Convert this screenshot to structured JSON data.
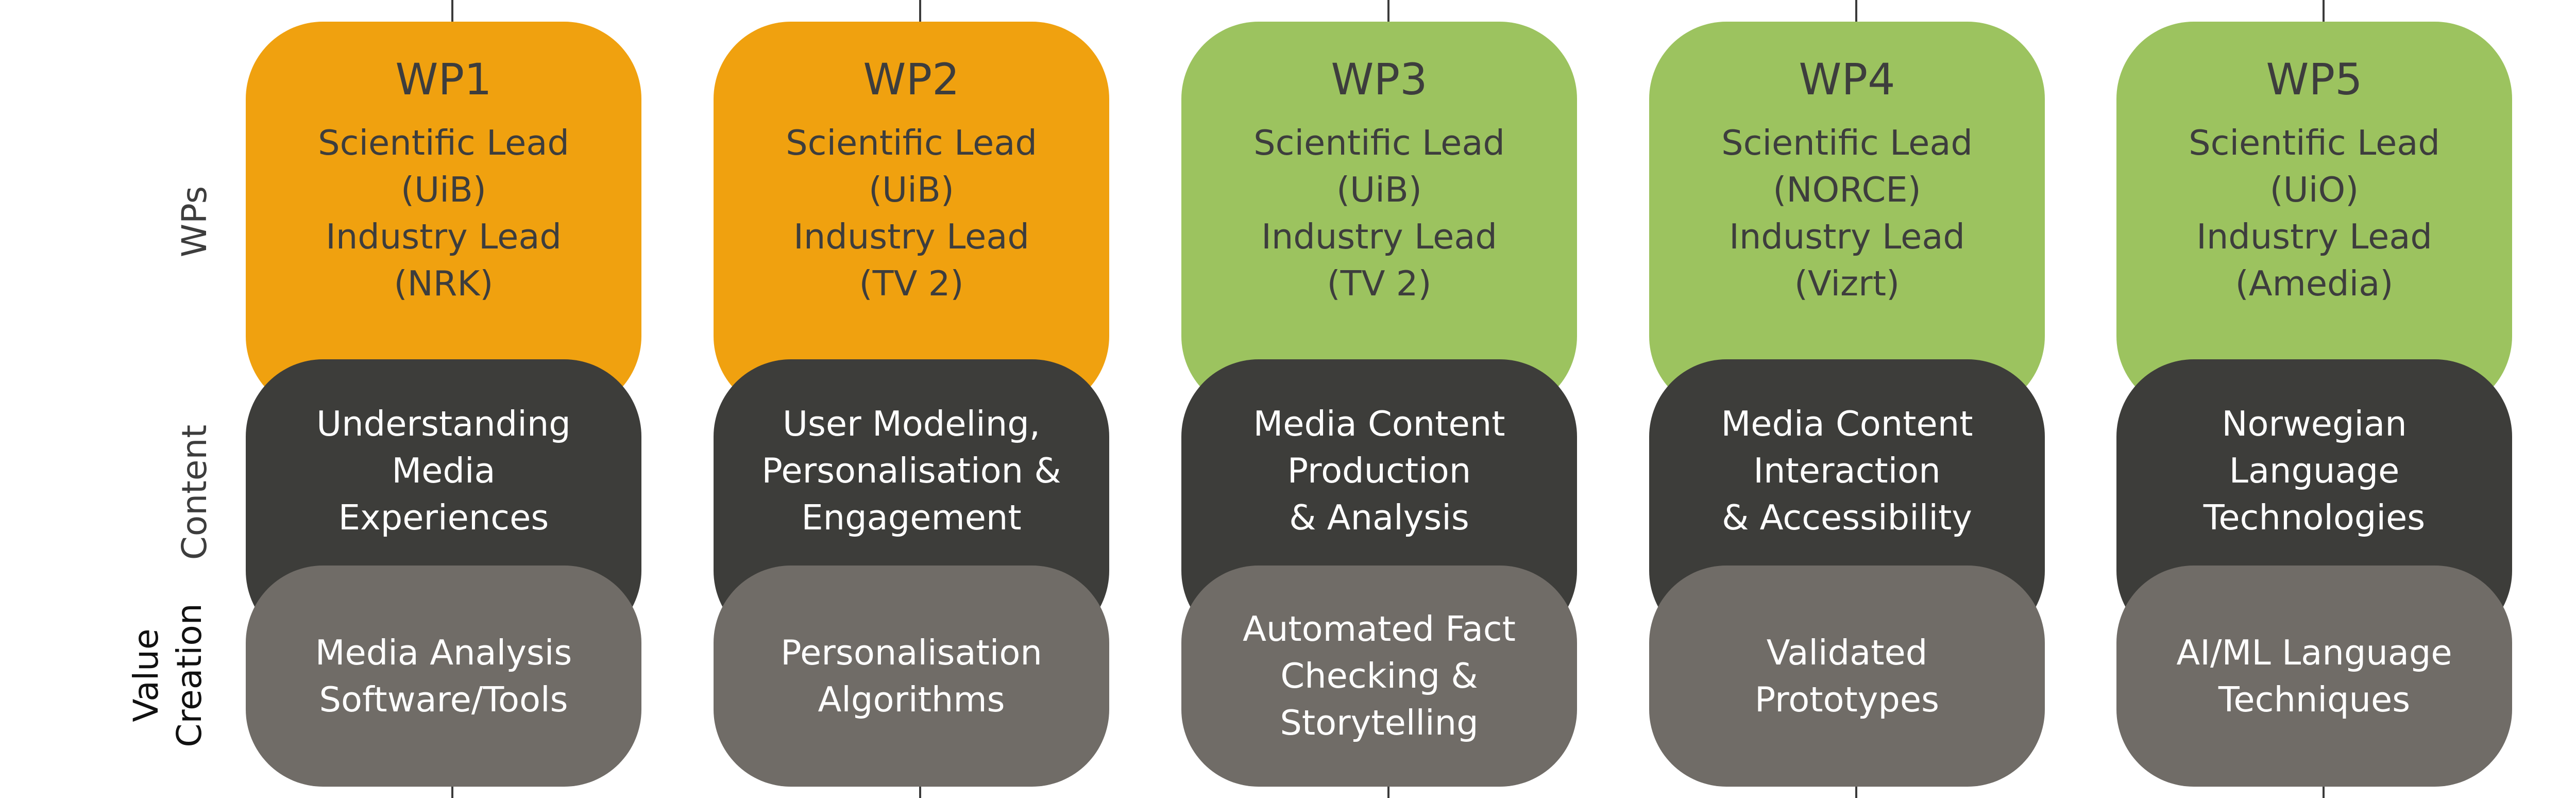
{
  "row_labels": {
    "wps": "WPs",
    "content": "Content",
    "value_creation_line1": "Value",
    "value_creation_line2": "Creation"
  },
  "colors": {
    "orange": "#f0a10f",
    "green": "#9cc35f",
    "dark": "#3d3d3a",
    "gray": "#706c67"
  },
  "work_packages": [
    {
      "title": "WP1",
      "color": "orange",
      "sci_label": "Scientific Lead",
      "sci_org": "(UiB)",
      "ind_label": "Industry Lead",
      "ind_org": "(NRK)",
      "content": [
        "Understanding",
        "Media",
        "Experiences"
      ],
      "value": [
        "Media Analysis",
        "Software/Tools"
      ]
    },
    {
      "title": "WP2",
      "color": "orange",
      "sci_label": "Scientific Lead",
      "sci_org": "(UiB)",
      "ind_label": "Industry Lead",
      "ind_org": "(TV 2)",
      "content": [
        "User Modeling,",
        "Personalisation &",
        "Engagement"
      ],
      "value": [
        "Personalisation",
        "Algorithms"
      ]
    },
    {
      "title": "WP3",
      "color": "green",
      "sci_label": "Scientific Lead",
      "sci_org": "(UiB)",
      "ind_label": "Industry Lead",
      "ind_org": "(TV 2)",
      "content": [
        "Media Content",
        "Production",
        "& Analysis"
      ],
      "value": [
        "Automated Fact",
        "Checking &",
        "Storytelling"
      ]
    },
    {
      "title": "WP4",
      "color": "green",
      "sci_label": "Scientific Lead",
      "sci_org": "(NORCE)",
      "ind_label": "Industry Lead",
      "ind_org": "(Vizrt)",
      "content": [
        "Media Content",
        "Interaction",
        "& Accessibility"
      ],
      "value": [
        "Validated",
        "Prototypes"
      ]
    },
    {
      "title": "WP5",
      "color": "green",
      "sci_label": "Scientific Lead",
      "sci_org": "(UiO)",
      "ind_label": "Industry Lead",
      "ind_org": "(Amedia)",
      "content": [
        "Norwegian",
        "Language",
        "Technologies"
      ],
      "value": [
        "AI/ML Language",
        "Techniques"
      ]
    }
  ]
}
